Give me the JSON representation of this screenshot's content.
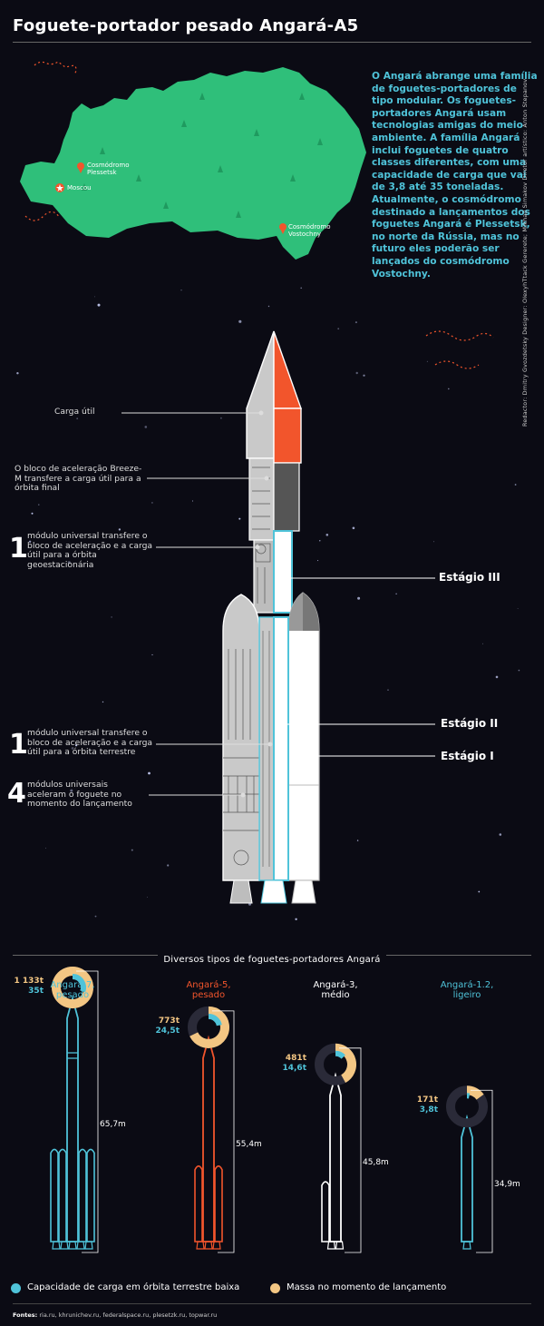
{
  "header": {
    "title": "Foguete-portador pesado Angará-A5"
  },
  "intro_text": "O Angará abrange uma família de foguetes-portadores de tipo modular. Os foguetes-portadores Angará usam tecnologias amigas do meio ambiente. A família Angará inclui foguetes de quatro classes diferentes, com uma capacidade de carga que vai de 3,8 até 35 toneladas. Atualmente, o cosmódromo destinado a lançamentos dos foguetes Angará é Plessetsk, no norte da Rússia, mas no futuro eles poderão ser lançados do cosmódromo Vostochny.",
  "map": {
    "plesetsk": "Cosmódromo Plessetsk",
    "moscow": "Moscou",
    "vostochny": "Cosmódromo Vostochny"
  },
  "callouts": {
    "payload": "Carga útil",
    "breeze": "O bloco de aceleração Breeze-M transfere a carga útil para a órbita final",
    "upper_num": "1",
    "upper": "módulo universal transfere o bloco de aceleração e a carga útil para a órbita geoestacionária",
    "core_num": "1",
    "core": "módulo universal transfere o bloco de aceleração e a carga útil para a órbita terrestre",
    "boosters_num": "4",
    "boosters": "módulos universais aceleram o foguete no momento do lançamento"
  },
  "stages": {
    "s3": "Estágio III",
    "s2": "Estágio II",
    "s1": "Estágio I"
  },
  "credits": "Redactor: Dmitry Gvozdetsky Designer: OlexyhTtack Gererete; Mikhail Simakov Diretor artístico: Anton Stepanov",
  "family": {
    "title": "Diversos tipos de foguetes-portadores Angará",
    "rockets": [
      {
        "name": "Angará-7,\npesado",
        "mass": "1 133t",
        "capacity": "35t",
        "height": "65,7m",
        "color": "#4fc3d9",
        "mass_fraction": 1.0,
        "cap_fraction": 0.31
      },
      {
        "name": "Angará-5,\npesado",
        "mass": "773t",
        "capacity": "24,5t",
        "height": "55,4m",
        "color": "#f2552c",
        "mass_fraction": 0.68,
        "cap_fraction": 0.22
      },
      {
        "name": "Angará-3,\nmédio",
        "mass": "481t",
        "capacity": "14,6t",
        "height": "45,8m",
        "color": "#ffffff",
        "mass_fraction": 0.42,
        "cap_fraction": 0.13
      },
      {
        "name": "Angará-1.2,\nligeiro",
        "mass": "171t",
        "capacity": "3,8t",
        "height": "34,9m",
        "color": "#4fc3d9",
        "mass_fraction": 0.15,
        "cap_fraction": 0.034
      }
    ]
  },
  "legend": {
    "capacity_label": "Capacidade de carga em órbita terrestre baixa",
    "capacity_color": "#4fc3d9",
    "mass_label": "Massa no momento de lançamento",
    "mass_color": "#f3c683"
  },
  "sources": {
    "label": "Fontes:",
    "text": "ria.ru, khrunichev.ru, federalspace.ru, plesetzk.ru, topwar.ru"
  },
  "colors": {
    "accent": "#4fc3d9",
    "red": "#f2552c",
    "map_green": "#2fbf7a",
    "background": "#0b0b14"
  }
}
